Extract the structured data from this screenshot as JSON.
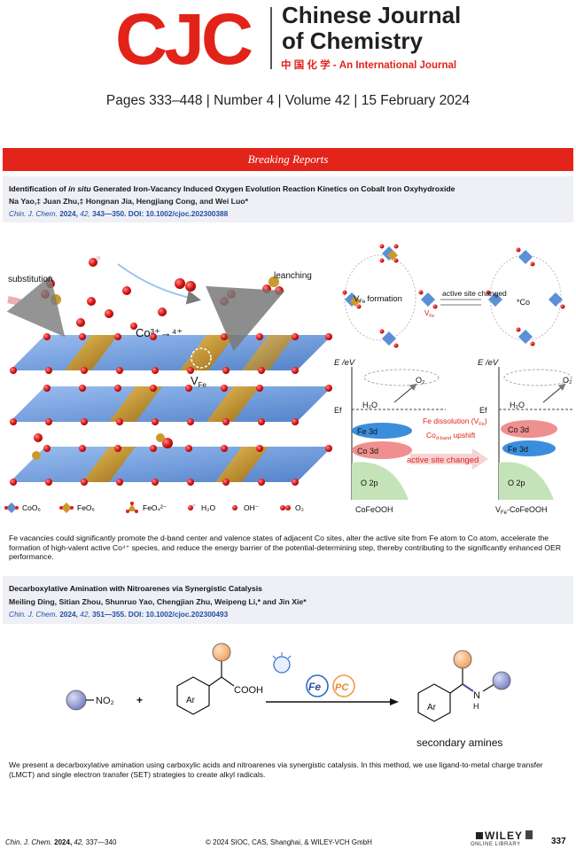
{
  "masthead": {
    "logo": "CJC",
    "title_line1": "Chinese Journal",
    "title_line2": "of Chemistry",
    "subtitle": "中 国 化 学 - An International Journal",
    "issue_line": "Pages 333–448 | Number 4 | Volume 42 | 15 February 2024"
  },
  "section": {
    "label": "Breaking Reports"
  },
  "article1": {
    "title_pre": "Identification of ",
    "title_italic": "in situ",
    "title_post": " Generated Iron-Vacancy Induced Oxygen Evolution Reaction Kinetics on Cobalt Iron Oxyhydroxide",
    "authors": "Na Yao,‡ Juan Zhu,‡ Hongnan Jia, Hengjiang Cong, and Wei Luo*",
    "cite_journal": "Chin. J. Chem.",
    "cite_year": "2024,",
    "cite_volume": "42,",
    "cite_rest": "343—350. DOI: 10.1002/cjoc.202300388",
    "figure": {
      "substitution": "substitution",
      "leanching": "leanching",
      "co_label": "Co³⁺→⁴⁺",
      "vfe_label": "V",
      "vfe_sub": "Fe",
      "formation": "formation",
      "active_site_changed": "active site changed",
      "co_star": "*Co",
      "legend": [
        "CoO₆",
        "FeO₆",
        "FeO₄²⁻",
        "H₂O",
        "OH⁻",
        "O₂"
      ],
      "energy_axis": "E /eV",
      "ef": "Ef",
      "h2o": "H₂O",
      "o2": "O₂",
      "fe3d": "Fe 3d",
      "co3d": "Co 3d",
      "o2p": "O 2p",
      "fe_dissolution": "Fe dissolution (V",
      "fe_dissolution_sub": "Fe",
      "co_dband": "Co",
      "co_dband_sub": "d-band",
      "co_dband_post": " upshift",
      "active_site_changed2": "active site changed",
      "cofeooh": "CoFeOOH",
      "vfe_cofeooh": "-CoFeOOH"
    },
    "summary": "Fe vacancies could significantly promote the d-band center and valence states of adjacent Co sites, alter the active site from Fe atom to Co atom, accelerate the formation of high-valent active Co⁴⁺ species, and reduce the energy barrier of the potential-determining step, thereby contributing to the significantly enhanced OER performance."
  },
  "article2": {
    "title": "Decarboxylative Amination with Nitroarenes via Synergistic Catalysis",
    "authors": "Meiling Ding, Sitian Zhou, Shunruo Yao, Chengjian Zhu, Weipeng Li,* and Jin Xie*",
    "cite_journal": "Chin. J. Chem.",
    "cite_year": "2024,",
    "cite_volume": "42,",
    "cite_rest": "351—355. DOI: 10.1002/cjoc.202300493",
    "scheme": {
      "no2": "NO₂",
      "plus": "+",
      "ar": "Ar",
      "cooh": "COOH",
      "fe": "Fe",
      "pc": "PC",
      "nh_n": "N",
      "nh_h": "H",
      "product_label": "secondary amines"
    },
    "summary": "We present a decarboxylative amination using carboxylic acids and nitroarenes via synergistic catalysis. In this method, we use ligand-to-metal charge transfer (LMCT) and single electron transfer (SET) strategies to create alkyl radicals."
  },
  "footer": {
    "cite_journal": "Chin. J. Chem.",
    "cite_year": "2024,",
    "cite_volume": "42,",
    "cite_pages": "337—340",
    "copyright": "© 2024 SIOC, CAS, Shanghai, & WILEY-VCH GmbH",
    "publisher": "WILEY",
    "publisher_sub": "ONLINE LIBRARY",
    "page_number": "337"
  },
  "colors": {
    "brand_red": "#e2231a",
    "link_blue": "#1f4fa0",
    "cobalt_blue": "#5b8fd6",
    "iron_gold": "#c99a2e",
    "oxygen_red": "#e31b1b"
  }
}
